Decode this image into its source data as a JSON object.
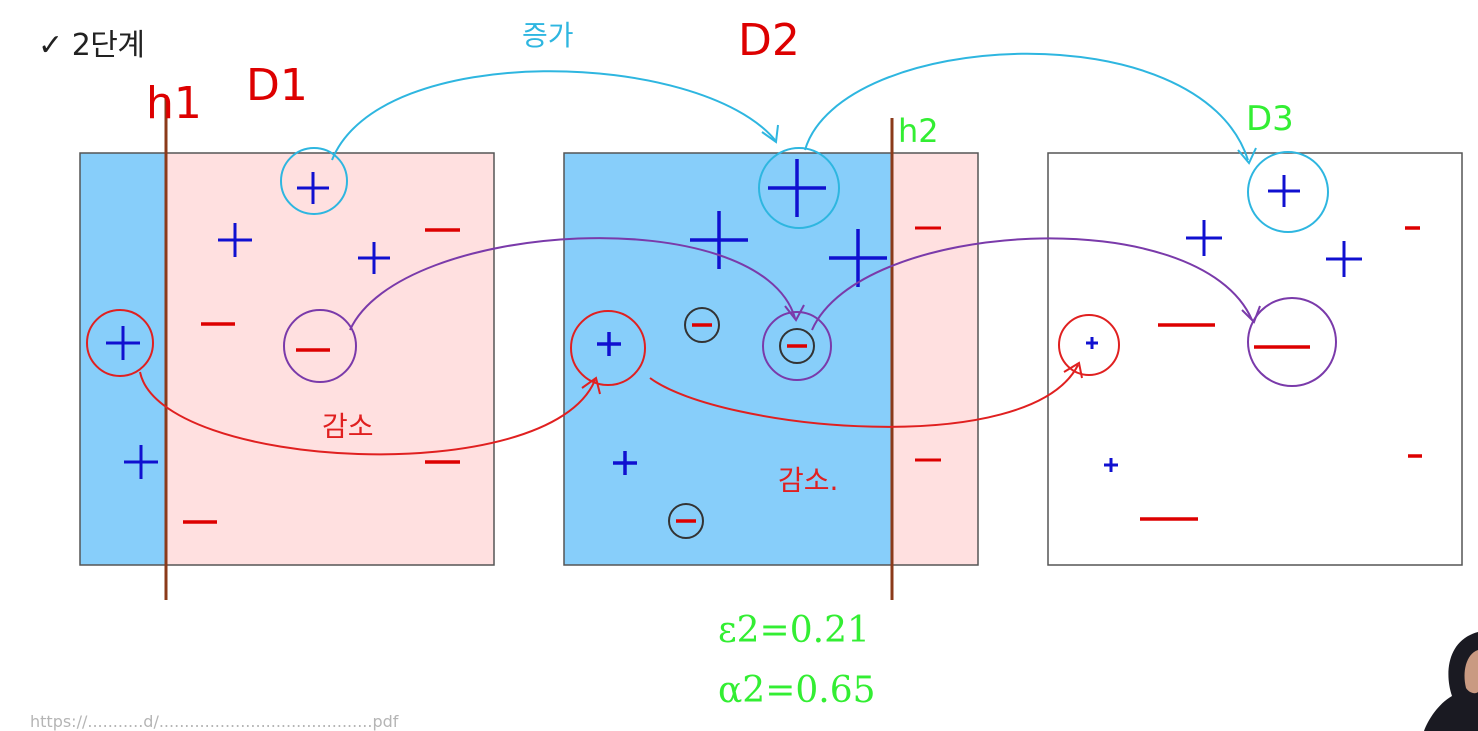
{
  "header": {
    "check_glyph": "✓",
    "step_label": "2단계"
  },
  "weak_learner_labels": [
    "h1",
    "h2"
  ],
  "distribution_labels": [
    "D1",
    "D2",
    "D3"
  ],
  "annotations": {
    "weight_increase": "증가",
    "weight_decrease_1": "감소",
    "weight_decrease_2": "감소."
  },
  "stats": {
    "epsilon_label": "ε2=0.21",
    "alpha_label": "α2=0.65"
  },
  "url_text": "https://...........d/..........................................pdf",
  "colors": {
    "region_blue": "#87cefa",
    "region_pink": "#ffe0e0",
    "plus_blue": "#1010d0",
    "minus_red": "#dd0000",
    "line_brown": "#8b3a1a",
    "ink_cyan": "#2eb6e0",
    "ink_purple": "#7a3aaa",
    "ink_red": "#e02020",
    "ink_green": "#33ee33"
  },
  "icons": [
    "checkmark-icon",
    "presenter-thumbnail"
  ]
}
